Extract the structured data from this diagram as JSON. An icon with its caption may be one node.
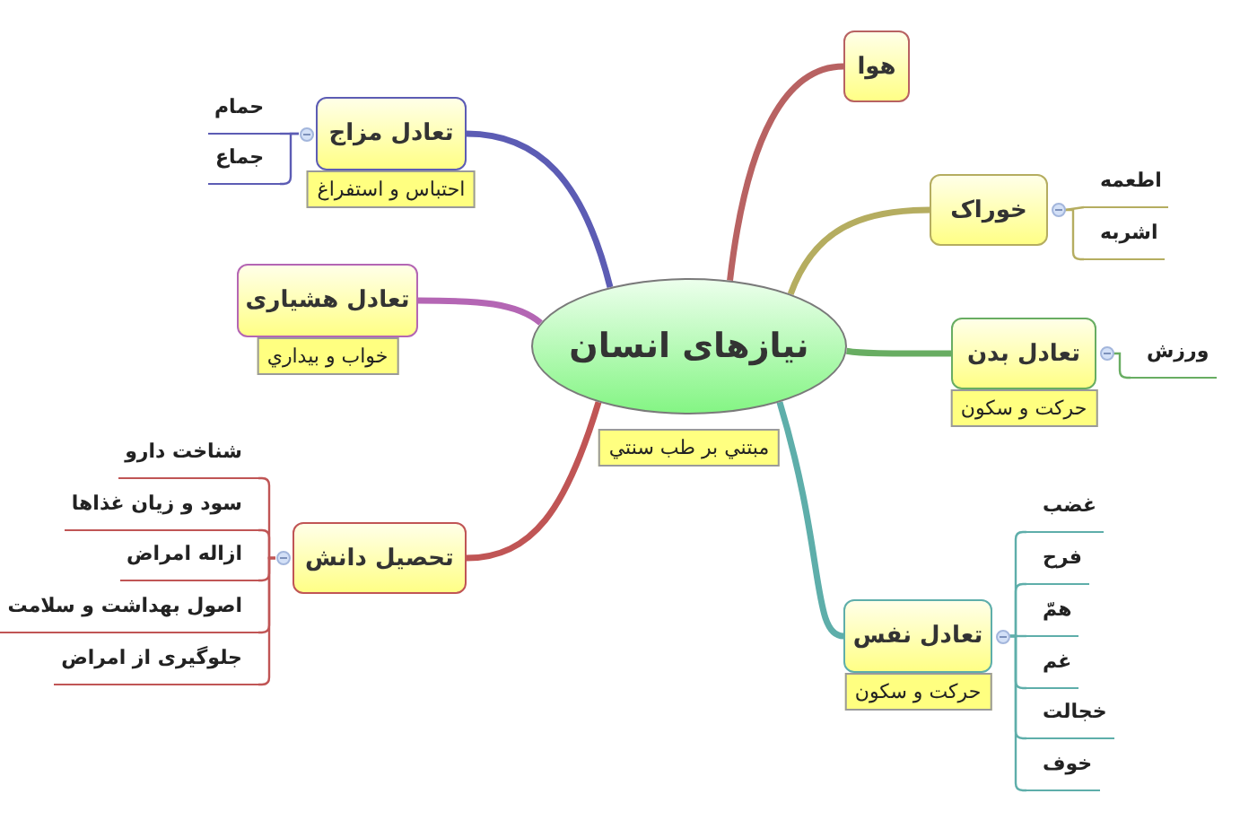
{
  "diagram": {
    "nodes": [
      {
        "text": [
          "نیازهای انسان"
        ],
        "beside": [
          "مبتني بر طب سنتي"
        ]
      },
      {
        "text": [
          "هوا"
        ]
      },
      {
        "text": [
          "خوراک"
        ]
      },
      {
        "text": [
          "اطعمه"
        ]
      },
      {
        "text": [
          "اشربه"
        ]
      },
      {
        "text": [
          "تعادل بدن"
        ],
        "beside": [
          "حرکت و سکون"
        ]
      },
      {
        "text": [
          "ورزش"
        ]
      },
      {
        "text": [
          "تعادل نفس"
        ],
        "beside": [
          "حرکت و سکون"
        ]
      },
      {
        "text": [
          "غضب"
        ]
      },
      {
        "text": [
          "فرح"
        ]
      },
      {
        "text": [
          "همّ"
        ]
      },
      {
        "text": [
          "غم"
        ]
      },
      {
        "text": [
          "خجالت"
        ]
      },
      {
        "text": [
          "خوف"
        ]
      },
      {
        "text": [
          "تحصیل دانش"
        ]
      },
      {
        "text": [
          "شناخت دارو"
        ]
      },
      {
        "text": [
          "سود و زیان غذاها"
        ]
      },
      {
        "text": [
          "ازاله امراض"
        ]
      },
      {
        "text": [
          "اصول بهداشت و سلامت"
        ]
      },
      {
        "text": [
          "جلوگیری از امراض"
        ]
      },
      {
        "text": [
          "تعادل هشیاری"
        ],
        "beside": [
          "خواب و بيداري"
        ]
      },
      {
        "text": [
          "تعادل مزاج"
        ],
        "beside": [
          "احتباس و استفراغ"
        ]
      },
      {
        "text": [
          "حمام"
        ]
      },
      {
        "text": [
          "جماع"
        ]
      }
    ],
    "edges": [
      {
        "from": 0,
        "to": 1,
        "arrow": "none",
        "style": "thick",
        "color": "#b86262"
      },
      {
        "from": 0,
        "to": 2,
        "arrow": "none",
        "style": "thick",
        "color": "#b5ad60"
      },
      {
        "from": 2,
        "to": 3,
        "arrow": "none",
        "color": "#b5ad60"
      },
      {
        "from": 2,
        "to": 4,
        "arrow": "none",
        "color": "#b5ad60"
      },
      {
        "from": 0,
        "to": 5,
        "arrow": "none",
        "style": "thick",
        "color": "#68ad62"
      },
      {
        "from": 5,
        "to": 6,
        "arrow": "none",
        "color": "#68ad62"
      },
      {
        "from": 0,
        "to": 7,
        "arrow": "none",
        "style": "thick",
        "color": "#5eaeaa"
      },
      {
        "from": 7,
        "to": 8,
        "arrow": "none",
        "color": "#5eaeaa"
      },
      {
        "from": 7,
        "to": 9,
        "arrow": "none",
        "color": "#5eaeaa"
      },
      {
        "from": 7,
        "to": 10,
        "arrow": "none",
        "color": "#5eaeaa"
      },
      {
        "from": 7,
        "to": 11,
        "arrow": "none",
        "color": "#5eaeaa"
      },
      {
        "from": 7,
        "to": 12,
        "arrow": "none",
        "color": "#5eaeaa"
      },
      {
        "from": 7,
        "to": 13,
        "arrow": "none",
        "color": "#5eaeaa"
      },
      {
        "from": 0,
        "to": 14,
        "arrow": "none",
        "style": "thick",
        "color": "#c05555"
      },
      {
        "from": 14,
        "to": 15,
        "arrow": "none",
        "color": "#c05555"
      },
      {
        "from": 14,
        "to": 16,
        "arrow": "none",
        "color": "#c05555"
      },
      {
        "from": 14,
        "to": 17,
        "arrow": "none",
        "color": "#c05555"
      },
      {
        "from": 14,
        "to": 18,
        "arrow": "none",
        "color": "#c05555"
      },
      {
        "from": 14,
        "to": 19,
        "arrow": "none",
        "color": "#c05555"
      },
      {
        "from": 0,
        "to": 20,
        "arrow": "none",
        "style": "thick",
        "color": "#b466b4"
      },
      {
        "from": 0,
        "to": 21,
        "arrow": "none",
        "style": "thick",
        "color": "#5c5cb4"
      },
      {
        "from": 21,
        "to": 22,
        "arrow": "none",
        "color": "#5c5cb4"
      },
      {
        "from": 21,
        "to": 23,
        "arrow": "none",
        "color": "#5c5cb4"
      }
    ]
  }
}
